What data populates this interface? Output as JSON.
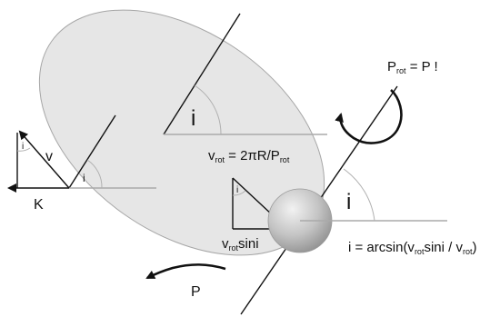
{
  "labels": {
    "angle_i": "i",
    "velocity_v": "v",
    "semi_amplitude_K": "K",
    "vrot_v": "v",
    "vrot_sub": "rot",
    "vrot_eq": " = 2πR/P",
    "vrot_eq_sub": "rot",
    "vrotsini_v": "v",
    "vrotsini_sub": "rot",
    "vrotsini_rest": "sini",
    "prot_p": "P",
    "prot_sub": "rot",
    "prot_rest": " = P !",
    "orbital_period": "P",
    "formula_lhs": "i = arcsin(v",
    "formula_sub1": "rot",
    "formula_mid": "sini / v",
    "formula_sub2": "rot",
    "formula_end": ")"
  },
  "colors": {
    "ellipse_fill": "#e6e6e6",
    "ellipse_stroke": "#a6a6a6",
    "star_light": "#f2f2f2",
    "star_dark": "#8e8e8e",
    "line": "#111111",
    "reference_line": "#aaaaaa"
  }
}
